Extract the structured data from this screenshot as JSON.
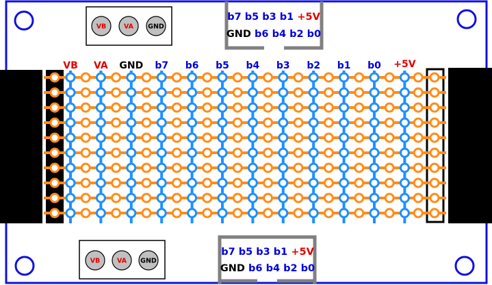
{
  "colors": {
    "border": "#1010e0",
    "red": "#e00000",
    "blue": "#0000dd",
    "black": "#000000",
    "vertical_wire": "#1e90ff",
    "horizontal_wire": "#ff8c1a",
    "connector_gray": "#808080",
    "button_fill": "#c0c0c0"
  },
  "mount_holes": [
    "mount-hole-top-left",
    "mount-hole-top-right",
    "mount-hole-bottom-left",
    "mount-hole-bottom-right"
  ],
  "column_labels": [
    {
      "text": "VB",
      "color": "red"
    },
    {
      "text": "VA",
      "color": "red"
    },
    {
      "text": "GND",
      "color": "black"
    },
    {
      "text": "b7",
      "color": "blue"
    },
    {
      "text": "b6",
      "color": "blue"
    },
    {
      "text": "b5",
      "color": "blue"
    },
    {
      "text": "b4",
      "color": "blue"
    },
    {
      "text": "b3",
      "color": "blue"
    },
    {
      "text": "b2",
      "color": "blue"
    },
    {
      "text": "b1",
      "color": "blue"
    },
    {
      "text": "b0",
      "color": "blue"
    },
    {
      "text": "+5V",
      "color": "red"
    }
  ],
  "grid": {
    "rows": 10
  },
  "top_switch_box": {
    "buttons": [
      "VB",
      "VA",
      "GND"
    ]
  },
  "bottom_switch_box": {
    "buttons": [
      "VB",
      "VA",
      "GND"
    ]
  },
  "top_header": {
    "row1": [
      {
        "text": "b7",
        "color": "blue"
      },
      {
        "text": "b5",
        "color": "blue"
      },
      {
        "text": "b3",
        "color": "blue"
      },
      {
        "text": "b1",
        "color": "blue"
      },
      {
        "text": "+5V",
        "color": "red"
      }
    ],
    "row2": [
      {
        "text": "GND",
        "color": "black"
      },
      {
        "text": "b6",
        "color": "blue"
      },
      {
        "text": "b4",
        "color": "blue"
      },
      {
        "text": "b2",
        "color": "blue"
      },
      {
        "text": "b0",
        "color": "blue"
      }
    ]
  },
  "bottom_header": {
    "row1": [
      {
        "text": "b7",
        "color": "blue"
      },
      {
        "text": "b5",
        "color": "blue"
      },
      {
        "text": "b3",
        "color": "blue"
      },
      {
        "text": "b1",
        "color": "blue"
      },
      {
        "text": "+5V",
        "color": "red"
      }
    ],
    "row2": [
      {
        "text": "GND",
        "color": "black"
      },
      {
        "text": "b6",
        "color": "blue"
      },
      {
        "text": "b4",
        "color": "blue"
      },
      {
        "text": "b2",
        "color": "blue"
      },
      {
        "text": "b0",
        "color": "blue"
      }
    ]
  }
}
